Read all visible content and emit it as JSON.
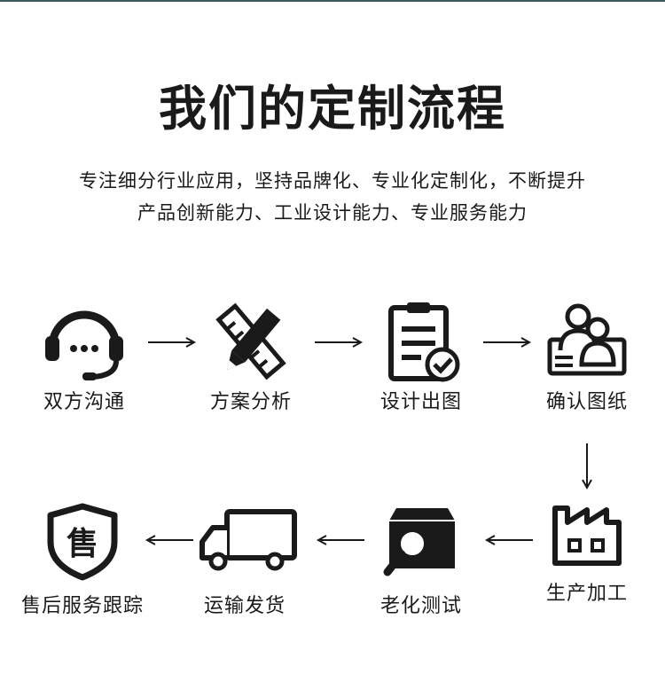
{
  "title": "我们的定制流程",
  "subtitle": {
    "line1": "专注细分行业应用，坚持品牌化、专业化定制化，不断提升",
    "line2": "产品创新能力、工业设计能力、专业服务能力"
  },
  "steps": [
    {
      "label": "双方沟通",
      "icon": "headset-icon"
    },
    {
      "label": "方案分析",
      "icon": "pencil-ruler-icon"
    },
    {
      "label": "设计出图",
      "icon": "clipboard-check-icon"
    },
    {
      "label": "确认图纸",
      "icon": "users-card-icon"
    },
    {
      "label": "生产加工",
      "icon": "factory-icon"
    },
    {
      "label": "老化测试",
      "icon": "box-magnifier-icon"
    },
    {
      "label": "运输发货",
      "icon": "truck-icon"
    },
    {
      "label": "售后服务跟踪",
      "icon": "shield-badge-icon"
    }
  ],
  "badge_char": "售"
}
